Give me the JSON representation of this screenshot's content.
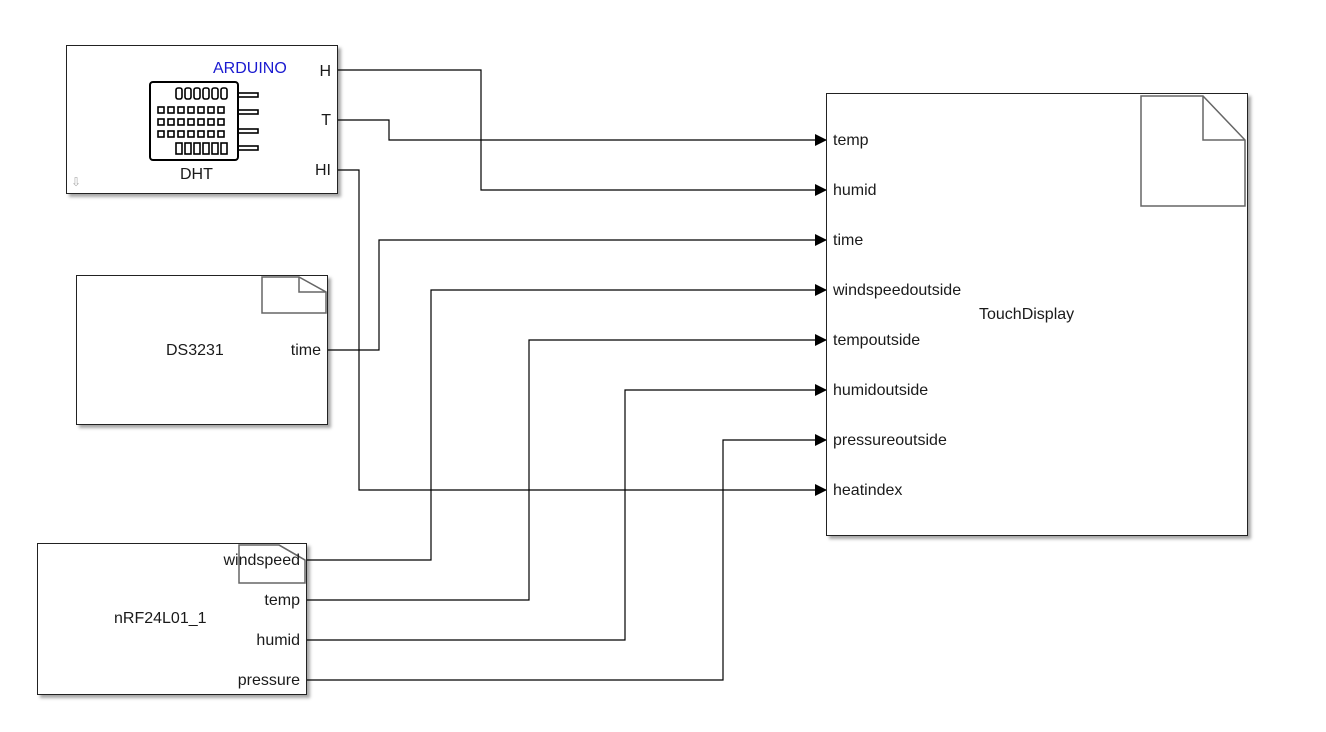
{
  "diagram": {
    "blocks": {
      "dht": {
        "name": "DHT",
        "brand_label": "ARDUINO",
        "icon": "dht-sensor-icon",
        "corner_icon": "down-arrow-icon",
        "outputs": [
          "H",
          "T",
          "HI"
        ]
      },
      "ds3231": {
        "name": "DS3231",
        "icon": "document-icon",
        "outputs": [
          "time"
        ]
      },
      "nrf": {
        "name": "nRF24L01_1",
        "icon": "document-icon",
        "outputs": [
          "windspeed",
          "temp",
          "humid",
          "pressure"
        ]
      },
      "touch": {
        "name": "TouchDisplay",
        "icon": "document-icon",
        "inputs": [
          "temp",
          "humid",
          "time",
          "windspeedoutside",
          "tempoutside",
          "humidoutside",
          "pressureoutside",
          "heatindex"
        ]
      }
    },
    "connections": [
      {
        "from": "DHT.H",
        "to": "TouchDisplay.humid"
      },
      {
        "from": "DHT.T",
        "to": "TouchDisplay.temp"
      },
      {
        "from": "DHT.HI",
        "to": "TouchDisplay.heatindex"
      },
      {
        "from": "DS3231.time",
        "to": "TouchDisplay.time"
      },
      {
        "from": "nRF24L01_1.windspeed",
        "to": "TouchDisplay.windspeedoutside"
      },
      {
        "from": "nRF24L01_1.temp",
        "to": "TouchDisplay.tempoutside"
      },
      {
        "from": "nRF24L01_1.humid",
        "to": "TouchDisplay.humidoutside"
      },
      {
        "from": "nRF24L01_1.pressure",
        "to": "TouchDisplay.pressureoutside"
      }
    ],
    "colors": {
      "line": "#000000",
      "brand_text": "#1a1ad0"
    }
  }
}
